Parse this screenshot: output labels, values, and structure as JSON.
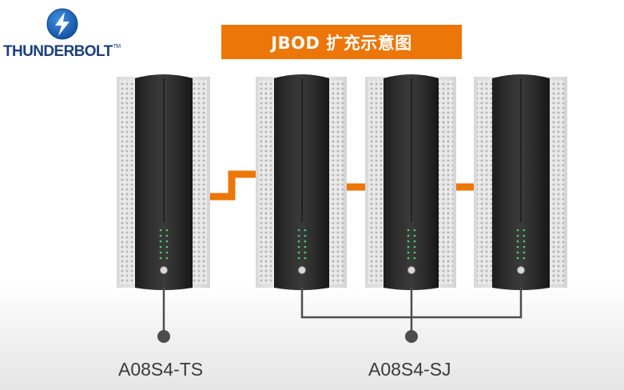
{
  "brand": {
    "logo_text": "THUNDERBOLT",
    "tm": "TM",
    "bolt_icon": "thunderbolt-bolt-icon",
    "colors": {
      "bolt": "#1b63b8",
      "text": "#1b3f7c"
    }
  },
  "title": "JBOD 扩充示意图",
  "colors": {
    "accent": "#ec7608",
    "cable": "#ec7608",
    "wire": "#4d4d4d",
    "node": "#4d4d4d",
    "label": "#3a3a3a"
  },
  "devices": [
    {
      "role": "host",
      "indicator_leds": 6
    },
    {
      "role": "expansion",
      "indicator_leds": 6
    },
    {
      "role": "expansion",
      "indicator_leds": 6
    },
    {
      "role": "expansion",
      "indicator_leds": 6
    }
  ],
  "labels": {
    "host": "A08S4-TS",
    "expansion": "A08S4-SJ"
  }
}
